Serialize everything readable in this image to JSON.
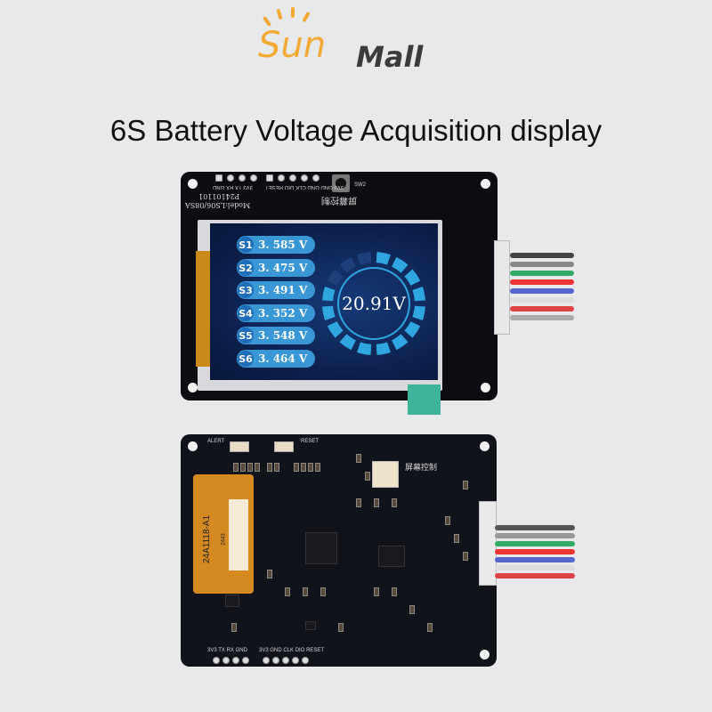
{
  "logo": {
    "brand_sun": "Sun",
    "brand_mall": "Mall"
  },
  "title": "6S Battery Voltage Acquisition display",
  "top_board": {
    "pin_labels_left": [
      "3V3",
      "TX",
      "RX",
      "GND"
    ],
    "pin_labels_right": [
      "3V3",
      "GND",
      "GND",
      "CLK",
      "DIO",
      "RESET"
    ],
    "switch_label": "SW2",
    "serial": "P24101101",
    "model": "Model:LS06/08SA",
    "screen_control_label": "屏幕控制"
  },
  "display": {
    "cells": [
      {
        "id": "S1",
        "voltage": "3. 585 V"
      },
      {
        "id": "S2",
        "voltage": "3. 475 V"
      },
      {
        "id": "S3",
        "voltage": "3. 491 V"
      },
      {
        "id": "S4",
        "voltage": "3. 352 V"
      },
      {
        "id": "S5",
        "voltage": "3. 548 V"
      },
      {
        "id": "S6",
        "voltage": "3. 464 V"
      }
    ],
    "total": "20.91V",
    "ring_segments_lit": 13,
    "ring_segments_total": 16,
    "colors": {
      "pill": "#3a97d6",
      "ring": "#2fa6e0",
      "background": "#0c1f4a"
    }
  },
  "bottom_board": {
    "alert_label": "ALERT",
    "reset_label": "RESET",
    "screen_control_label": "屏幕控制",
    "flex_label": "24A1118-A1",
    "flex_sub": "2443",
    "pin_labels_left": [
      "3V3",
      "TX",
      "RX",
      "GND"
    ],
    "pin_labels_right": [
      "3V3",
      "GND",
      "CLK",
      "DIO",
      "RESET"
    ]
  }
}
